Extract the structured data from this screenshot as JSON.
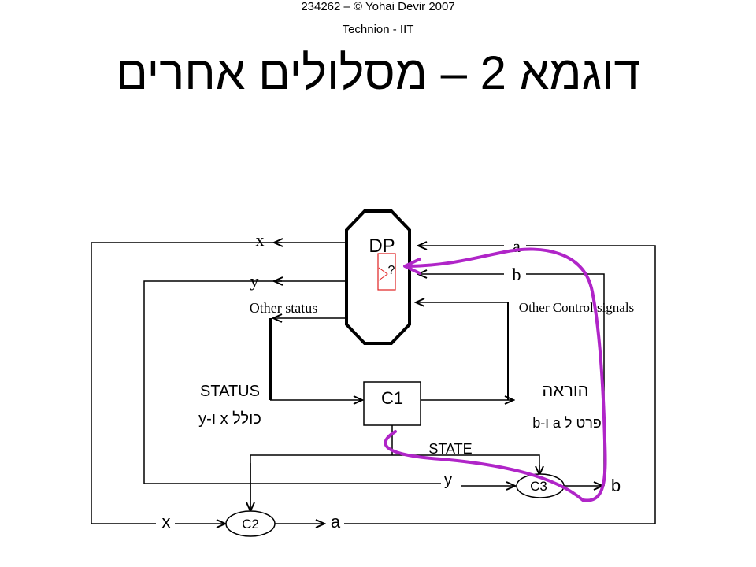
{
  "header": {
    "copyright": "234262 – © Yohai Devir 2007",
    "institution": "Technion - IIT",
    "title": "דוגמא 2 – מסלולים אחרים"
  },
  "datapath": {
    "label": "DP",
    "question_mark": "?",
    "out_x": "x",
    "out_y": "y",
    "other_status": "Other status",
    "in_a": "a",
    "in_b": "b",
    "other_control": "Other Control signals"
  },
  "controller": {
    "label": "C1",
    "status_label": "STATUS",
    "status_note": "כולל x ו-y",
    "instruction_label": "הוראה",
    "instruction_note": "פרט ל a ו-b",
    "state_label": "STATE"
  },
  "sub_controllers": {
    "c2_label": "C2",
    "c2_in": "x",
    "c2_out": "a",
    "c3_label": "C3",
    "c3_in": "y",
    "c3_out": "b"
  },
  "colors": {
    "annotation": "#b025c8",
    "question_box": "#e02020",
    "line": "#000000"
  }
}
